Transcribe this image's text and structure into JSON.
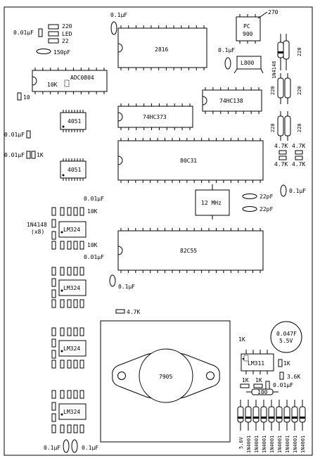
{
  "chips": {
    "u2816": "2816",
    "adc": "ADC0804",
    "adc_trim": "10K",
    "mux1": "4051",
    "mux2": "4051",
    "latch": "74HC373",
    "decoder": "74HC138",
    "mcu": "80C31",
    "pio": "82C55",
    "reg": "7905",
    "comp": "LM311",
    "opamp1": "LM324",
    "opamp2": "LM324",
    "opamp3": "LM324",
    "opamp4": "LM324",
    "crystal": "12 MHz",
    "pc900_a": "PC",
    "pc900_b": "900",
    "inductor": "L800",
    "supercap_a": "0.047F",
    "supercap_b": "5.5V"
  },
  "labels": {
    "r220": "220",
    "led": "LED",
    "r22": "22",
    "c01_a": "0.01µF",
    "c01_b": "0.1µF",
    "c150p": "150pF",
    "c01_c": "0.1µF",
    "r270": "270",
    "d1n4148_top": "1N4148",
    "r220_t1": "220",
    "r220_t2": "220",
    "r220_t3": "220",
    "r220_t4": "220",
    "r4k7_1": "4.7K",
    "r4k7_2": "4.7K",
    "r4k7_3": "4.7K",
    "r4k7_4": "4.7K",
    "r10": "10",
    "c001_l1": "0.01µF",
    "c001_l2": "0.01µF",
    "r1k_l": "1K",
    "c01_r": "0.1µF",
    "c22p_1": "22pF",
    "c22p_2": "22pF",
    "c001_m1": "0.01µF",
    "r10k_1": "10K",
    "d1n4148_l": "1N4148",
    "x8": "(x8)",
    "r10k_2": "10K",
    "c001_m2": "0.01µF",
    "c01_m": "0.1µF",
    "r4k7_m": "4.7K",
    "r1k_a": "1K",
    "r1k_b": "1K",
    "r3k6": "3.6K",
    "r1k_c": "1K",
    "r1k_d": "1K",
    "c001_r": "0.01µF",
    "r100": "100",
    "c01_bl": "0.1µF",
    "c01_br": "0.1µF",
    "z56v": "5.6V",
    "d4001": [
      "1N4001",
      "1N4001",
      "1N4001",
      "1N4001",
      "1N4001",
      "1N4001",
      "1N4001",
      "1N4001"
    ]
  }
}
